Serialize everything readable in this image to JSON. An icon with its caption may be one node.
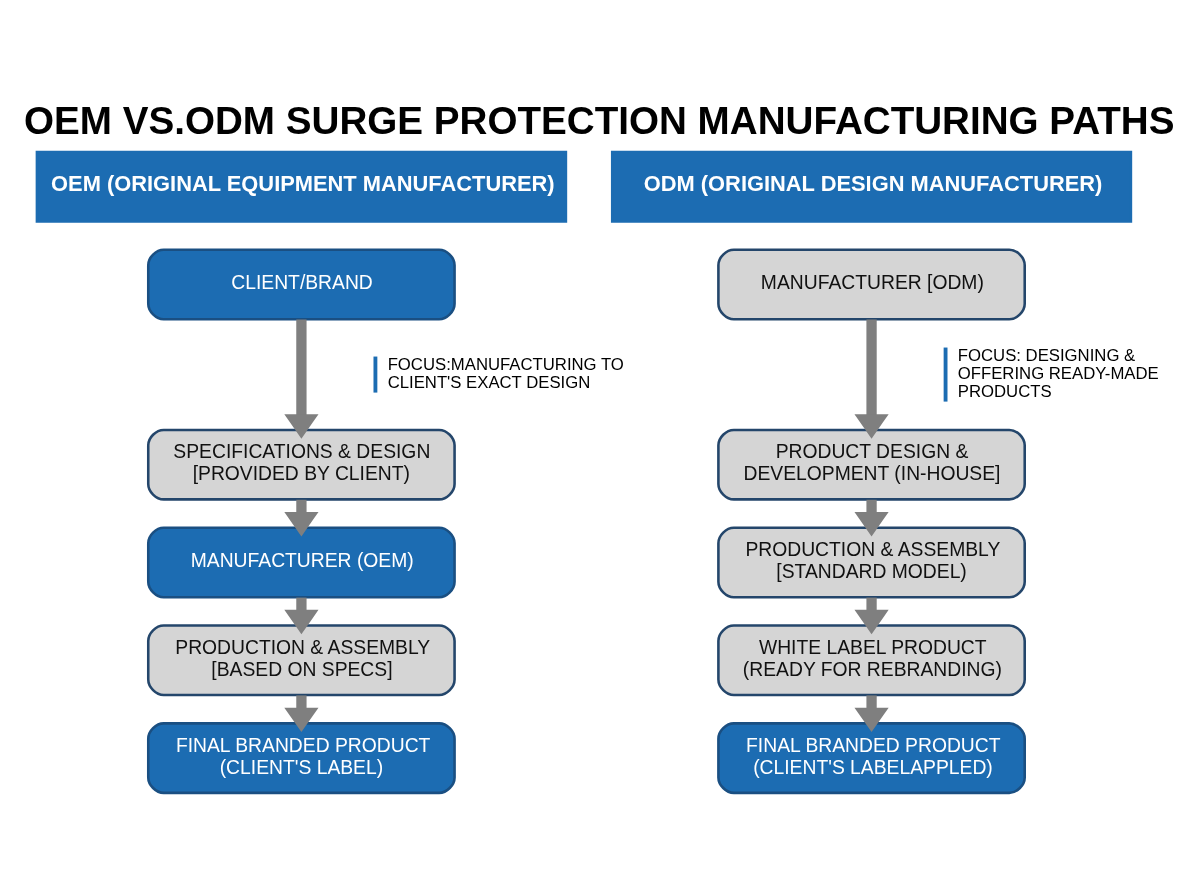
{
  "diagram": {
    "title": "OEM VS.ODM SURGE PROTECTION MANUFACTURING PATHS",
    "nodes": [
      {
        "text": [
          "OEM (ORIGINAL EQUIPMENT MANUFACTURER)"
        ]
      },
      {
        "text": [
          "CLIENT/BRAND"
        ]
      },
      {
        "text": [
          "SPECIFICATIONS & DESIGN [PROVIDED BY CLIENT)"
        ]
      },
      {
        "text": [
          "MANUFACTURER (OEM)"
        ]
      },
      {
        "text": [
          "PRODUCTION & ASSEMBLY [BASED ON SPECS]"
        ]
      },
      {
        "text": [
          "FINAL BRANDED PRODUCT (CLIENT'S LABEL)"
        ]
      },
      {
        "text": [
          "ODM (ORIGINAL DESIGN MANUFACTURER)"
        ]
      },
      {
        "text": [
          "MANUFACTURER [ODM)"
        ]
      },
      {
        "text": [
          "PRODUCT DESIGN & DEVELOPMENT (IN-HOUSE]"
        ]
      },
      {
        "text": [
          "PRODUCTION & ASSEMBLY [STANDARD MODEL)"
        ]
      },
      {
        "text": [
          "WHITE LABEL PRODUCT (READY FOR REBRANDING)"
        ]
      },
      {
        "text": [
          "FINAL BRANDED PRODUCT (CLIENT'S LABELAPPLED)"
        ]
      }
    ],
    "edges": [
      {
        "from": 1,
        "to": 2,
        "arrow": "to"
      },
      {
        "from": 2,
        "to": 3,
        "arrow": "to"
      },
      {
        "from": 3,
        "to": 4,
        "arrow": "to"
      },
      {
        "from": 4,
        "to": 5,
        "arrow": "to"
      },
      {
        "from": 7,
        "to": 8,
        "arrow": "to"
      },
      {
        "from": 8,
        "to": 9,
        "arrow": "to"
      },
      {
        "from": 9,
        "to": 10,
        "arrow": "to"
      },
      {
        "from": 10,
        "to": 11,
        "arrow": "to"
      }
    ],
    "labels": [
      "FOCUS:MANUFACTURING TO CLIENT'S EXACT DESIGN",
      "FOCUS: DESIGNING & OFFERING READY-MADE PRODUCTS"
    ]
  }
}
